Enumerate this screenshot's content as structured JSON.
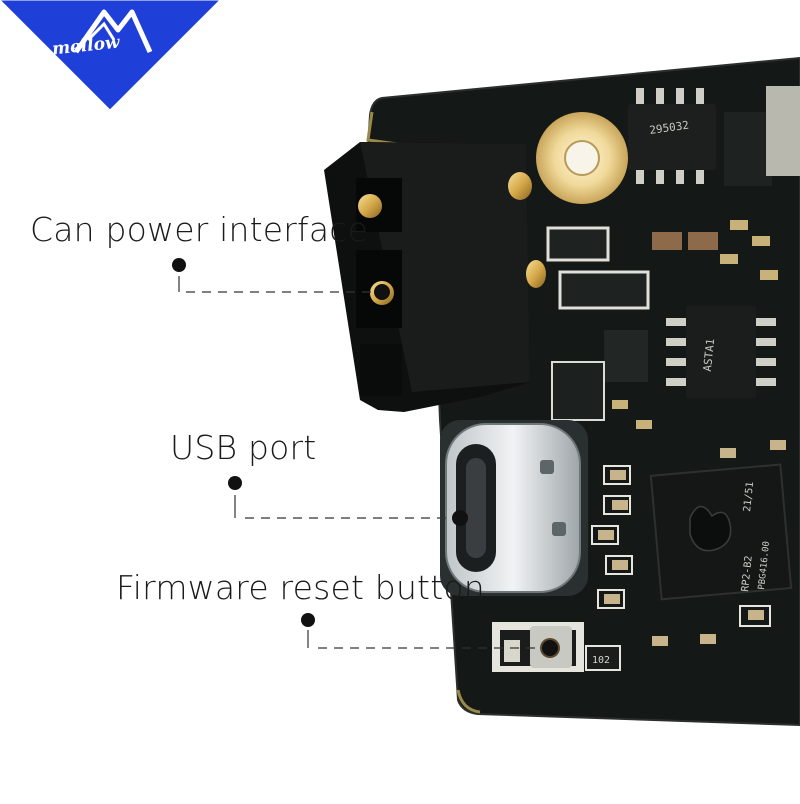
{
  "brand": {
    "logo_text": "mellow",
    "colors": {
      "logo_blue": "#1f3fd9"
    }
  },
  "annotations": {
    "can_power": "Can power interface",
    "usb": "USB port",
    "reset": "Firmware reset button"
  },
  "board": {
    "silkscreen": {
      "chip_top": "RP2-B2",
      "chip_code": "21/51",
      "chip_bottom": "PBG416.00",
      "ic1": "295032",
      "ic2": "ASTA1",
      "r_values": [
        "102"
      ]
    },
    "colors": {
      "pcb": "#0f1412",
      "silk": "#e8e8e0",
      "gold": "#d9b25a"
    }
  }
}
